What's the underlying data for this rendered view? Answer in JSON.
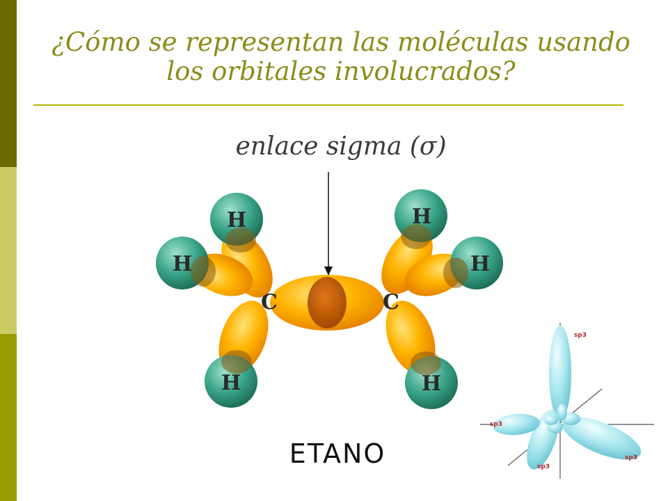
{
  "slide": {
    "title": "¿Cómo se representan las moléculas usando los orbitales involucrados?",
    "bond_label": "enlace sigma (σ)",
    "molecule_name": "ETANO"
  },
  "molecule": {
    "atoms": {
      "carbon": "C",
      "hydrogen": "H"
    },
    "colors": {
      "lobe": "#ffb400",
      "lobe_dark": "#e07a00",
      "hydrogen": "#3aa58a",
      "overlap": "#a64a00"
    }
  },
  "inset": {
    "orbital_label": "sp3",
    "color": "#a8e6ee"
  },
  "theme": {
    "sidebar_colors": [
      "#6b6b00",
      "#cccc66",
      "#999900"
    ],
    "title_color": "#8c8c1a"
  }
}
